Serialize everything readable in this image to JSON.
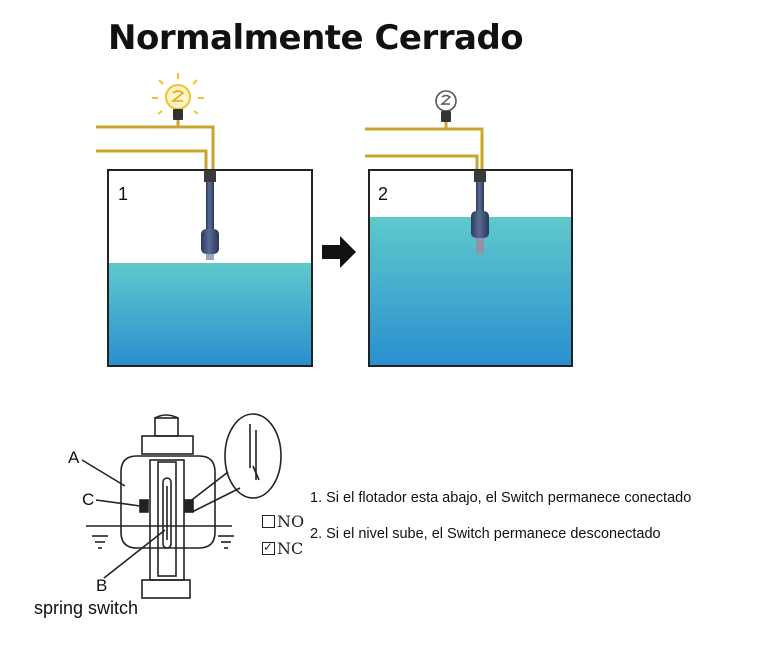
{
  "title": "Normalmente Cerrado",
  "panels": [
    {
      "number": "1",
      "state": "lamp-on",
      "level": "low"
    },
    {
      "number": "2",
      "state": "lamp-off",
      "level": "high"
    }
  ],
  "arrow_icon": "right-arrow-icon",
  "colors": {
    "wire": "#c9a52e",
    "water_top": "#5fc9cb",
    "water_bottom": "#2a8fd0",
    "float": "#3d4e78",
    "lamp_on": "#f2c230",
    "lamp_off": "#555555"
  },
  "legend": {
    "no_label": "NO",
    "nc_label": "NC",
    "nc_checked_mark": "☑"
  },
  "notes": [
    "1. Si el flotador esta abajo, el Switch permanece conectado",
    "2. Si el nivel sube, el Switch permanece desconectado"
  ],
  "schematic": {
    "label_a": "A",
    "label_b": "B",
    "label_c": "C",
    "caption": "spring switch"
  }
}
